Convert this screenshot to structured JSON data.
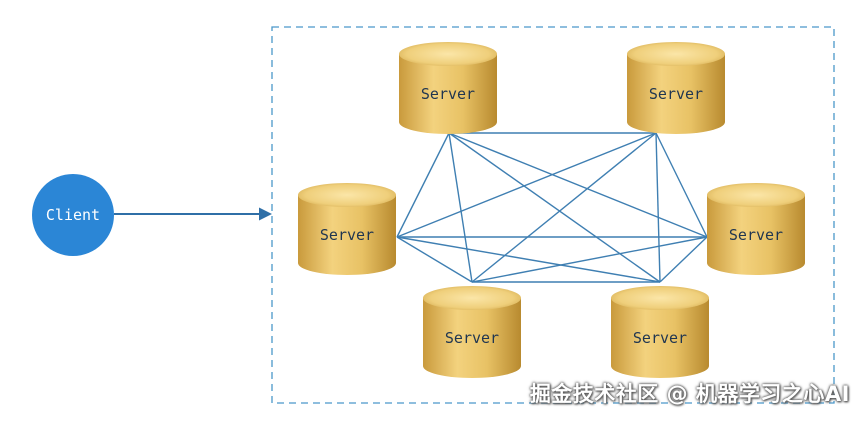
{
  "client": {
    "label": "Client"
  },
  "servers": [
    {
      "id": "top-left",
      "label": "Server"
    },
    {
      "id": "top-right",
      "label": "Server"
    },
    {
      "id": "middle-left",
      "label": "Server"
    },
    {
      "id": "middle-right",
      "label": "Server"
    },
    {
      "id": "bottom-left",
      "label": "Server"
    },
    {
      "id": "bottom-right",
      "label": "Server"
    }
  ],
  "links": [
    [
      "top-left",
      "top-right"
    ],
    [
      "top-left",
      "middle-left"
    ],
    [
      "top-left",
      "middle-right"
    ],
    [
      "top-left",
      "bottom-left"
    ],
    [
      "top-left",
      "bottom-right"
    ],
    [
      "top-right",
      "middle-left"
    ],
    [
      "top-right",
      "middle-right"
    ],
    [
      "top-right",
      "bottom-left"
    ],
    [
      "top-right",
      "bottom-right"
    ],
    [
      "middle-left",
      "middle-right"
    ],
    [
      "middle-left",
      "bottom-left"
    ],
    [
      "middle-left",
      "bottom-right"
    ],
    [
      "middle-right",
      "bottom-left"
    ],
    [
      "middle-right",
      "bottom-right"
    ],
    [
      "bottom-left",
      "bottom-right"
    ]
  ],
  "watermark": {
    "text": "掘金技术社区 @ 机器学习之心AI"
  },
  "colors": {
    "client_fill": "#2b86d6",
    "arrow": "#2f6fa7",
    "mesh_line": "#3f7fb2",
    "cluster_border": "#4a97c9",
    "server_gold_light": "#f4d78a",
    "server_gold_mid": "#dcb65a",
    "server_gold_dark": "#b8892e"
  }
}
